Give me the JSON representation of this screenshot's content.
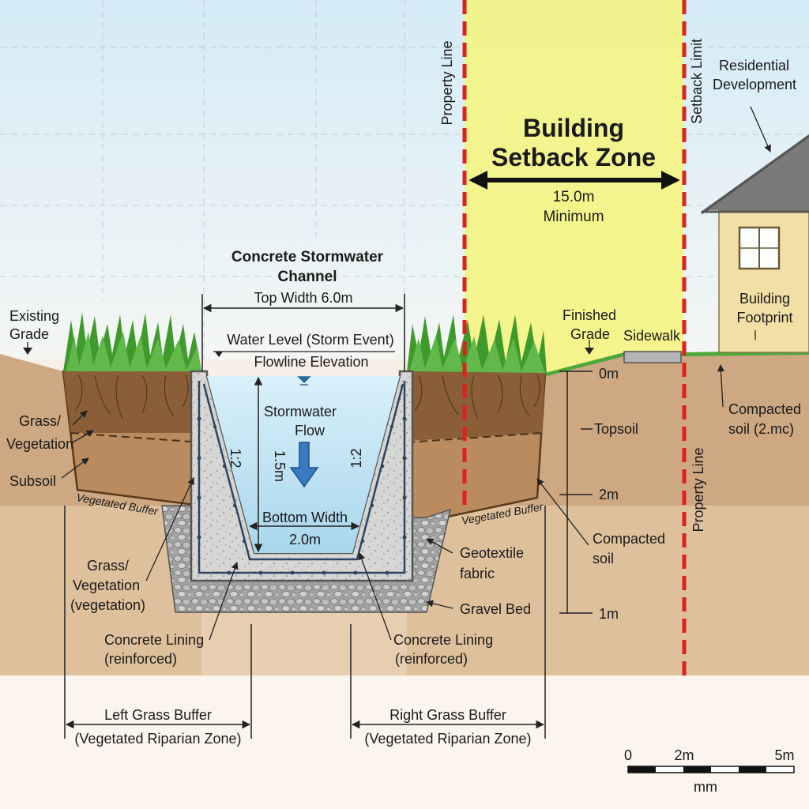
{
  "title": {
    "line1": "Concrete Stormwater",
    "line2": "Channel"
  },
  "top_width": "Top Width 6.0m",
  "water_level": "Water Level (Storm Event)",
  "flowline": "Flowline Elevation",
  "stormwater_flow": {
    "line1": "Stormwater",
    "line2": "Flow"
  },
  "depth": "1.5m",
  "slope_left": "1:2",
  "slope_right": "1:2",
  "bottom_width": {
    "line1": "Bottom Width",
    "line2": "2.0m"
  },
  "existing_grade": {
    "line1": "Existing",
    "line2": "Grade"
  },
  "grass_left": {
    "line1": "Grass/",
    "line2": "Vegetation"
  },
  "subsoil": "Subsoil",
  "vegetated_buffer_left": "Vegetated Buffer",
  "vegetated_buffer_right": "Vegetated Buffer",
  "grass_lower": {
    "line1": "Grass/",
    "line2": "Vegetation",
    "line3": "(vegetation)"
  },
  "concrete_lining_left": {
    "line1": "Concrete Lining",
    "line2": "(reinforced)"
  },
  "concrete_lining_right": {
    "line1": "Concrete Lining",
    "line2": "(reinforced)"
  },
  "geotextile": {
    "line1": "Geotextile",
    "line2": "fabric"
  },
  "gravel_bed": "Gravel Bed",
  "compacted_soil": {
    "line1": "Compacted",
    "line2": "soil"
  },
  "topsoil": "Topsoil",
  "finished_grade": {
    "line1": "Finished",
    "line2": "Grade"
  },
  "sidewalk": "Sidewalk",
  "elev_0": "0m",
  "elev_2": "2m",
  "elev_1": "1m",
  "property_line_left": "Property Line",
  "property_line_right": "Property Line",
  "setback_limit": "Setback Limit",
  "setback_zone": {
    "line1": "Building",
    "line2": "Setback Zone"
  },
  "setback_distance": {
    "line1": "15.0m",
    "line2": "Minimum"
  },
  "residential": {
    "line1": "Residential",
    "line2": "Development"
  },
  "building_footprint": {
    "line1": "Building",
    "line2": "Footprint"
  },
  "compacted_soil_right": {
    "line1": "Compacted",
    "line2": "soil (2.mc)"
  },
  "left_buffer": {
    "line1": "Left Grass Buffer",
    "line2": "(Vegetated Riparian Zone)"
  },
  "right_buffer": {
    "line1": "Right Grass Buffer",
    "line2": "(Vegetated Riparian Zone)"
  },
  "scale": {
    "t0": "0",
    "t2": "2m",
    "t5": "5m",
    "unit": "mm"
  },
  "colors": {
    "sky_top": "#dbeef8",
    "soil": "#b98b5e",
    "soil_dark": "#7a5230",
    "setback": "#f6f57a",
    "property_line": "#e02020",
    "water": "#bfe3f3",
    "concrete": "#d4d4d2",
    "gravel": "#a9a9a9",
    "grass": "#3f9a2c",
    "house": "#f2dfa6"
  }
}
